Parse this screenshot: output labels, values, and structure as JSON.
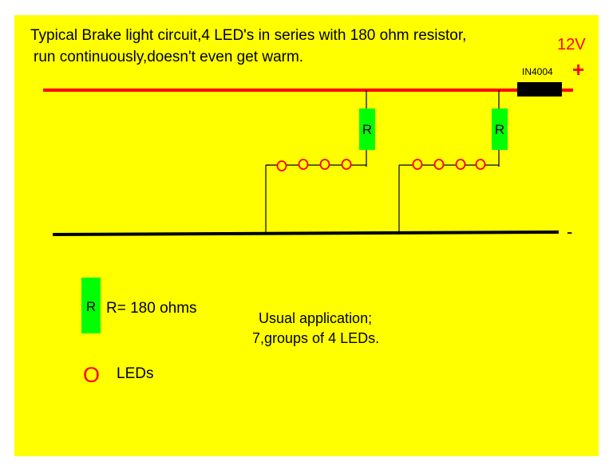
{
  "canvas": {
    "background": "#ffff00"
  },
  "title": {
    "line1": "Typical Brake light circuit,4 LED's in series with 180 ohm resistor,",
    "line2": "run continuously,doesn't  even get warm."
  },
  "supply": {
    "voltage": "12V",
    "positive": "+",
    "negative": "-"
  },
  "diode": {
    "label": "IN4004"
  },
  "resistor": {
    "symbol": "R",
    "color": "#00ff00"
  },
  "led": {
    "symbol": "O",
    "color": "#ff0000"
  },
  "colors": {
    "positive_rail": "#ff0000",
    "negative_rail": "#000000",
    "wire": "#000000"
  },
  "legend": {
    "resistor_symbol": "R",
    "resistor_text": "R= 180 ohms",
    "led_symbol": "O",
    "led_text": "LEDs"
  },
  "note": {
    "line1": "Usual application;",
    "line2": "7,groups of 4 LEDs."
  }
}
